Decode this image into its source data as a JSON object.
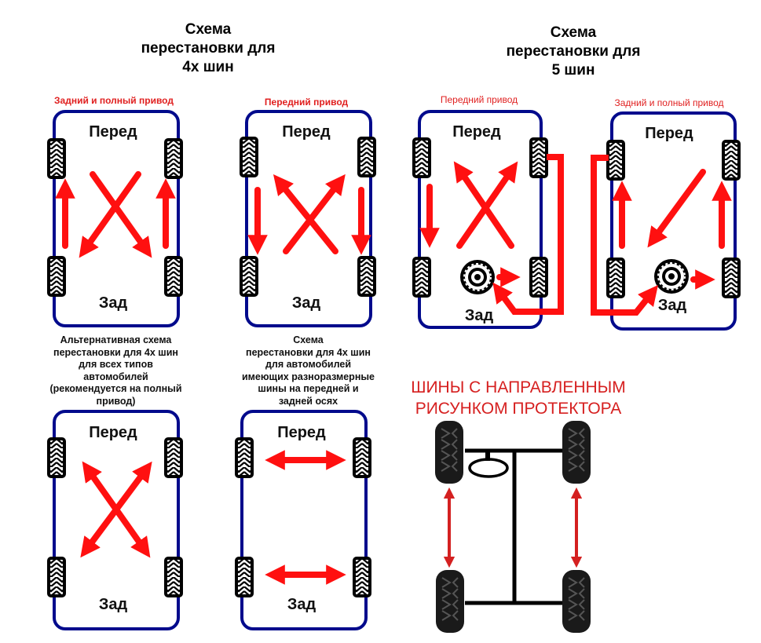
{
  "titles": {
    "four_tires": [
      "Схема",
      "перестановки для",
      "4х шин"
    ],
    "five_tires": [
      "Схема",
      "перестановки для",
      "5 шин"
    ]
  },
  "diagrams": [
    {
      "id": "rwd-awd-4",
      "subtitle": "Задний и полный привод",
      "front": "Перед",
      "rear": "Зад"
    },
    {
      "id": "fwd-4",
      "subtitle": "Передний привод",
      "front": "Перед",
      "rear": "Зад"
    },
    {
      "id": "fwd-5",
      "subtitle": "Передний привод",
      "front": "Перед",
      "rear": "Зад"
    },
    {
      "id": "rwd-awd-5",
      "subtitle": "Задний и полный привод",
      "front": "Перед",
      "rear": "Зад"
    },
    {
      "id": "alt-4",
      "description": [
        "Альтернативная схема",
        "перестановки для 4х шин",
        "для всех типов",
        "автомобилей",
        "(рекомендуется на полный",
        "привод)"
      ],
      "front": "Перед",
      "rear": "Зад"
    },
    {
      "id": "diff-size-4",
      "description": [
        "Схема",
        "перестановки для 4х шин",
        "для автомобилей",
        "имеющих разноразмерные",
        "шины на передней и",
        "задней осях"
      ],
      "front": "Перед",
      "rear": "Зад"
    }
  ],
  "directional": {
    "title": [
      "ШИНЫ С НАПРАВЛЕННЫМ",
      "РИСУНКОМ ПРОТЕКТОРА"
    ]
  },
  "colors": {
    "arrow": "#ff1010",
    "body_outline": "#000a8c",
    "subtitle": "#e02020",
    "directional_arrow": "#d42020"
  }
}
